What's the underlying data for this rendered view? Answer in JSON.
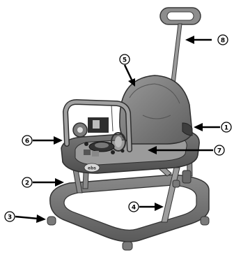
{
  "figure": {
    "callouts": [
      {
        "id": "callout-1",
        "label": "1"
      },
      {
        "id": "callout-2",
        "label": "2"
      },
      {
        "id": "callout-3",
        "label": "3"
      },
      {
        "id": "callout-4",
        "label": "4"
      },
      {
        "id": "callout-5",
        "label": "5"
      },
      {
        "id": "callout-6",
        "label": "6"
      },
      {
        "id": "callout-7",
        "label": "7"
      },
      {
        "id": "callout-8",
        "label": "8"
      }
    ],
    "tray_logo": "ebs"
  }
}
